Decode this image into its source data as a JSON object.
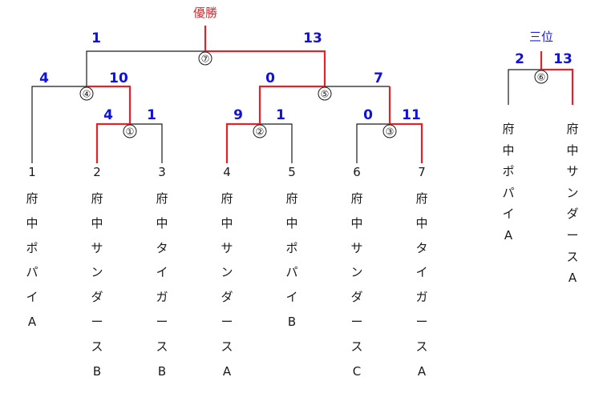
{
  "champion_label": "優勝",
  "third_place_label": "三位",
  "match_numbers": [
    "①",
    "②",
    "③",
    "④",
    "⑤",
    "⑥",
    "⑦"
  ],
  "scores": {
    "final_left": "1",
    "final_right": "13",
    "m4_left": "4",
    "m4_right": "10",
    "m5_left": "0",
    "m5_right": "7",
    "m1_left": "4",
    "m1_right": "1",
    "m2_left": "9",
    "m2_right": "1",
    "m3_left": "0",
    "m3_right": "11",
    "third_left": "2",
    "third_right": "13"
  },
  "teams": [
    {
      "seed": "1",
      "name": "府\n中\nポ\nパ\nイ\nA"
    },
    {
      "seed": "2",
      "name": "府\n中\nサ\nン\nダ\nー\nス\nB"
    },
    {
      "seed": "3",
      "name": "府\n中\nタ\nイ\nガ\nー\nス\nB"
    },
    {
      "seed": "4",
      "name": "府\n中\nサ\nン\nダ\nー\nス\nA"
    },
    {
      "seed": "5",
      "name": "府\n中\nポ\nパ\nイ\nB"
    },
    {
      "seed": "6",
      "name": "府\n中\nサ\nン\nダ\nー\nス\nC"
    },
    {
      "seed": "7",
      "name": "府\n中\nタ\nイ\nガ\nー\nス\nA"
    }
  ],
  "third_place_teams": [
    {
      "name": "府\n中\nポ\nパ\nイ\nA"
    },
    {
      "name": "府\n中\nサ\nン\nダ\nー\nス\nA"
    }
  ],
  "colors": {
    "winner_line": "#e0242c",
    "score": "#1010e0",
    "line": "#1a1a1a"
  }
}
